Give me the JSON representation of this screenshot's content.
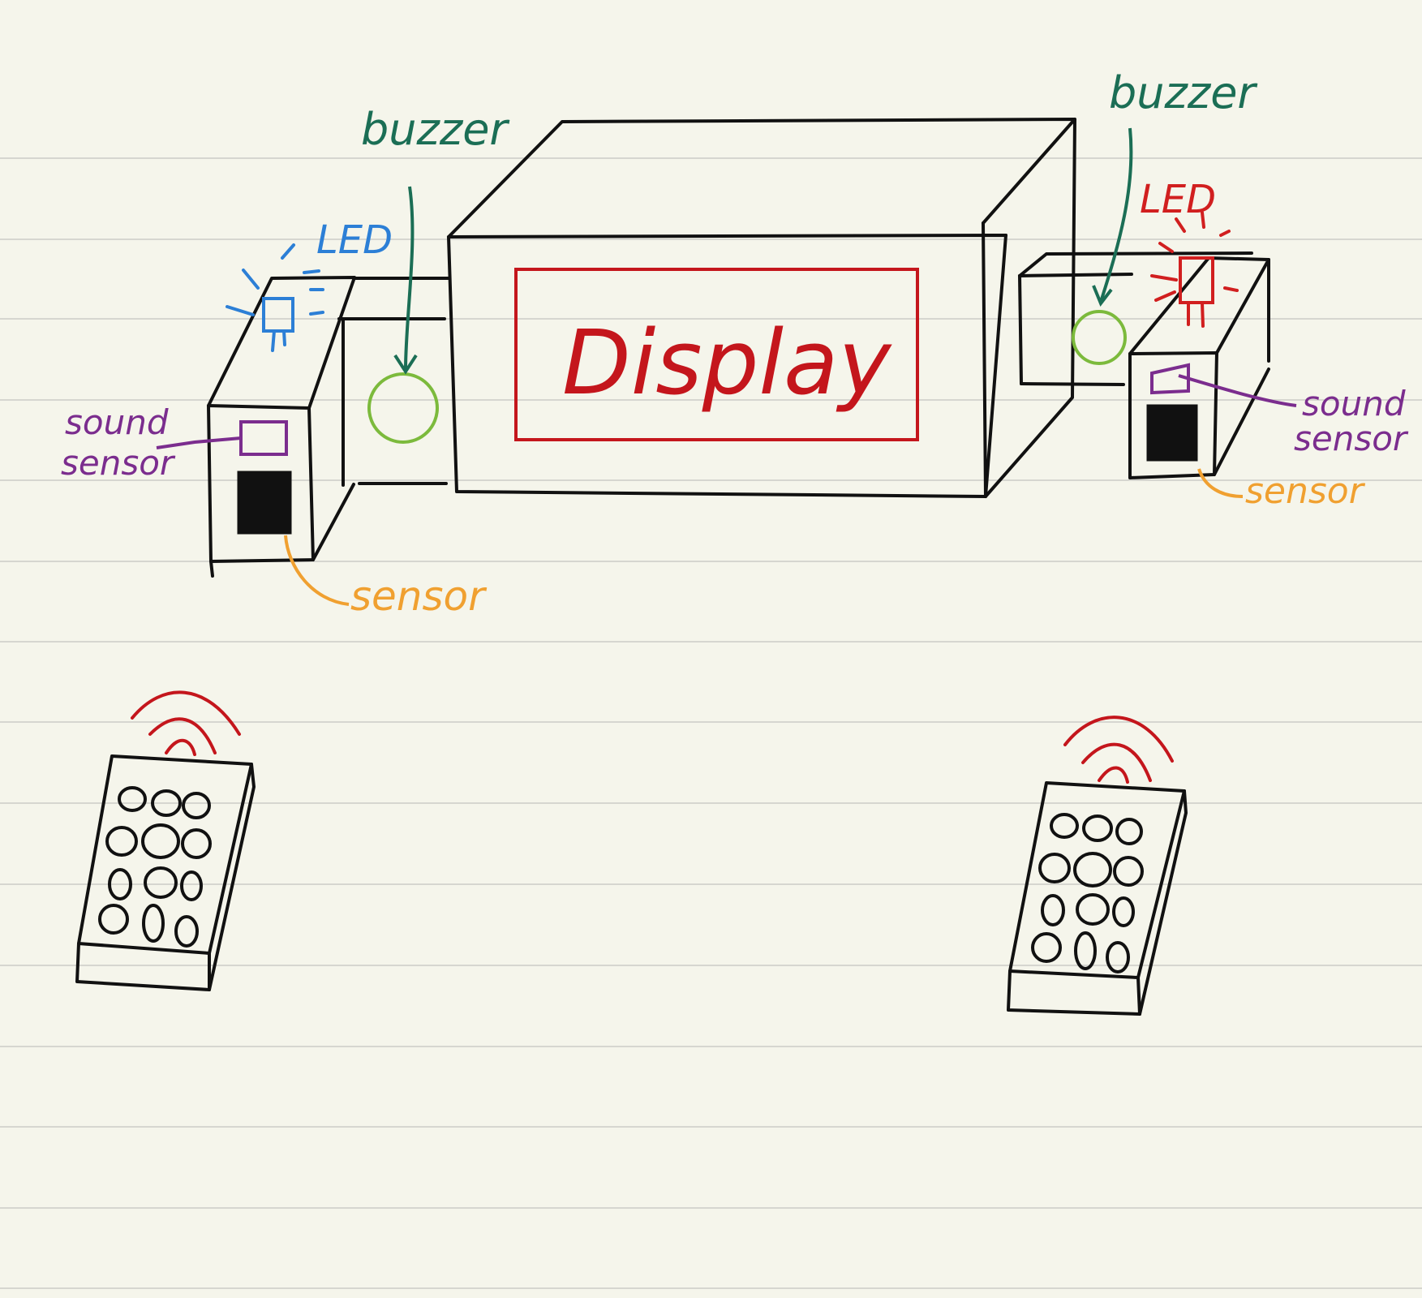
{
  "colors": {
    "background": "#f5f5eb",
    "rule": "#d6d6d0",
    "ink": "#111111",
    "buzzer": "#1b6e55",
    "buzzer_ring": "#7cba3c",
    "led_left": "#2c7fd6",
    "led_right": "#d11f1f",
    "display": "#c4161c",
    "sound_sensor": "#7b2d8e",
    "sensor": "#f0a030",
    "signal": "#c4161c"
  },
  "labels": {
    "display": "Display",
    "left_buzzer": "buzzer",
    "right_buzzer": "buzzer",
    "left_led": "LED",
    "right_led": "LED",
    "left_sound_sensor_line1": "sound",
    "left_sound_sensor_line2": "sensor",
    "right_sound_sensor_line1": "sound",
    "right_sound_sensor_line2": "sensor",
    "left_sensor": "sensor",
    "right_sensor": "sensor"
  },
  "icons": {
    "buzzer": "green-circle",
    "led": "led-bulb",
    "sound_sensor": "purple-square",
    "sensor": "black-filled-square",
    "remote": "remote-control-with-signal-arcs"
  }
}
